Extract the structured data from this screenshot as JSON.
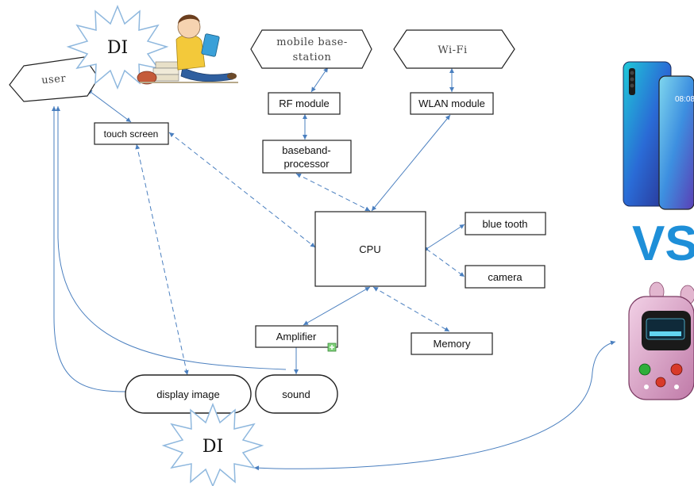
{
  "nodes": {
    "user": "user",
    "mobile_base_station_line1": "mobile base-",
    "mobile_base_station_line2": "station",
    "wifi": "Wi-Fi",
    "rf_module": "RF module",
    "wlan_module": "WLAN module",
    "touch_screen": "touch screen",
    "baseband_line1": "baseband-",
    "baseband_line2": "processor",
    "cpu": "CPU",
    "blue_tooth": "blue tooth",
    "camera": "camera",
    "amplifier": "Amplifier",
    "memory": "Memory",
    "display_image": "display image",
    "sound": "sound"
  },
  "badges": {
    "di_top": "DI",
    "di_bottom": "DI"
  },
  "comparison": {
    "vs": "VS",
    "smartphone_icon": "smartphone-image",
    "kids_phone_icon": "kids-feature-phone-image",
    "reading_boy_icon": "boy-reading-tablet-image"
  },
  "colors": {
    "arrow": "#4a7fbf",
    "vs": "#1e8fd8"
  }
}
